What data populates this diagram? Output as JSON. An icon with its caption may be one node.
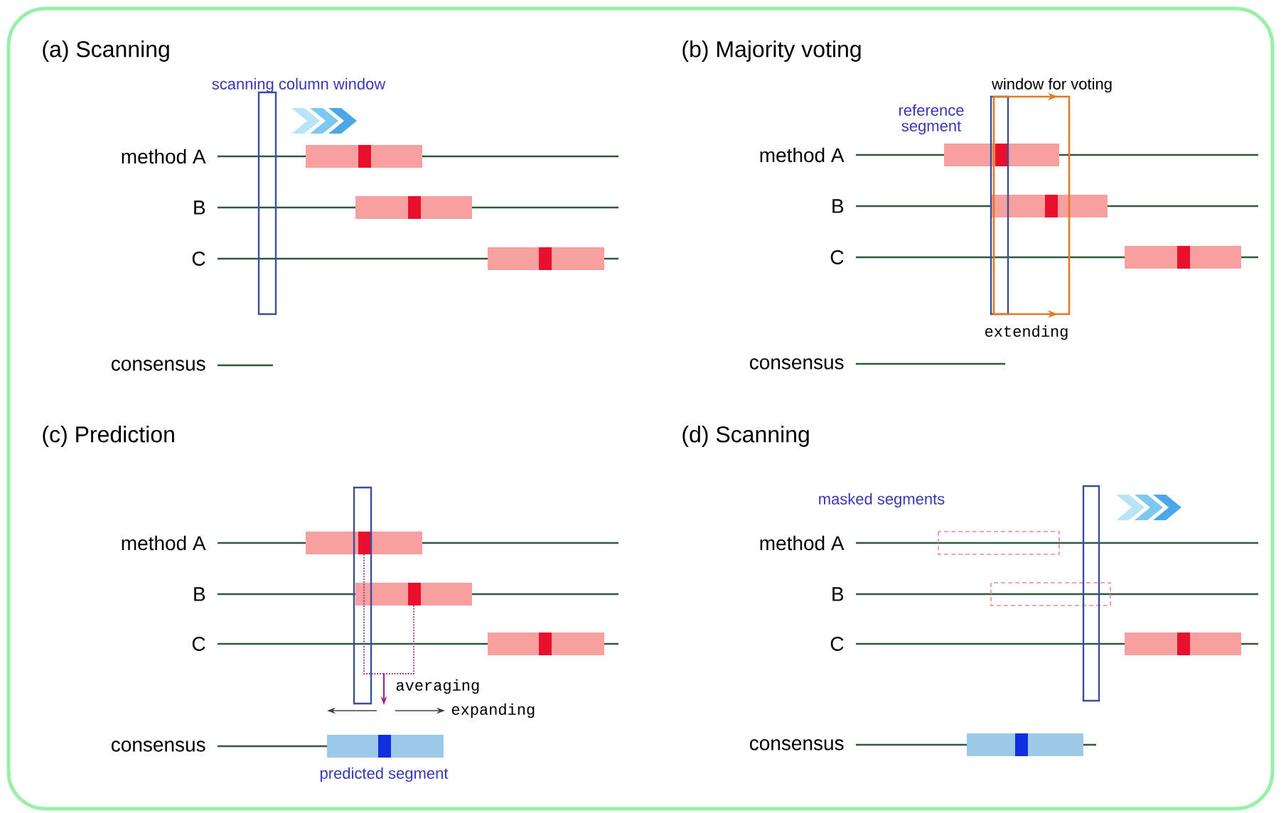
{
  "diagram": {
    "labels": [
      "(a)  Scanning",
      "scanning column window",
      "method A",
      "B",
      "C",
      "consensus",
      "(b)  Majority voting",
      "window for voting",
      "reference segment",
      "method A",
      "B",
      "C",
      "extending",
      "consensus",
      "(c)  Prediction",
      "method A",
      "B",
      "C",
      "averaging",
      "expanding",
      "consensus",
      "predicted segment",
      "(d)  Scanning",
      "masked segments",
      "method A",
      "B",
      "C",
      "consensus"
    ]
  }
}
